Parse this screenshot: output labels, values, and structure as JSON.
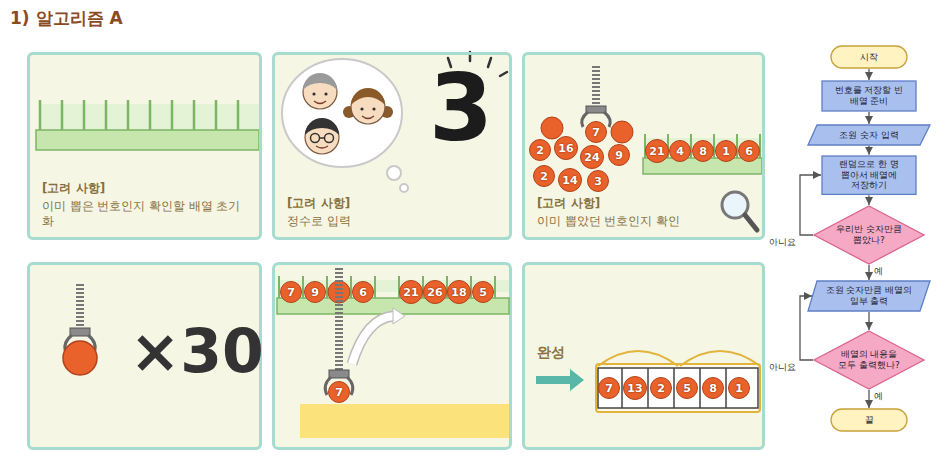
{
  "diagram": {
    "title": "1) 알고리즘 A",
    "nodes": [
      {
        "text": [
          "[고려 사항]",
          "이미 뽑은 번호인지 확인할 배열 초기화"
        ]
      },
      {
        "text": [
          "[고려 사항]",
          "정수로 입력",
          "3"
        ]
      },
      {
        "text": [
          "[고려 사항]",
          "이미 뽑았던 번호인지 확인"
        ]
      },
      {
        "text": [
          "×30"
        ]
      },
      {
        "text": [
          "완성"
        ]
      },
      {
        "text": [
          "시작"
        ]
      },
      {
        "text": [
          "번호를 저장할 빈 배열 준비"
        ]
      },
      {
        "text": [
          "조원 숫자 입력"
        ]
      },
      {
        "text": [
          "랜덤으로 한 명 뽑아서 배열에 저장하기"
        ]
      },
      {
        "text": [
          "우리반 숫자만큼 뽑았나?"
        ]
      },
      {
        "text": [
          "조원 숫자만큼 배열의 일부 출력"
        ]
      },
      {
        "text": [
          "배열의 내용을 모두 출력했나?"
        ]
      },
      {
        "text": [
          "끝"
        ]
      }
    ],
    "edges": [
      {
        "from": 5,
        "to": 6,
        "arrow": "to"
      },
      {
        "from": 6,
        "to": 7,
        "arrow": "to"
      },
      {
        "from": 7,
        "to": 8,
        "arrow": "to"
      },
      {
        "from": 8,
        "to": 9,
        "arrow": "to"
      },
      {
        "from": 9,
        "to": 8,
        "label": "아니요",
        "arrow": "to"
      },
      {
        "from": 9,
        "to": 10,
        "label": "예",
        "arrow": "to"
      },
      {
        "from": 10,
        "to": 11,
        "arrow": "to"
      },
      {
        "from": 11,
        "to": 10,
        "label": "아니요",
        "arrow": "to"
      },
      {
        "from": 11,
        "to": 12,
        "label": "예",
        "arrow": "to"
      }
    ],
    "labels": [
      "7",
      "2",
      "16",
      "24",
      "9",
      "2",
      "14",
      "3",
      "21",
      "4",
      "8",
      "1",
      "6",
      "7",
      "9",
      "6",
      "21",
      "26",
      "18",
      "5",
      "7",
      "7",
      "13",
      "2",
      "5",
      "8",
      "1"
    ]
  }
}
